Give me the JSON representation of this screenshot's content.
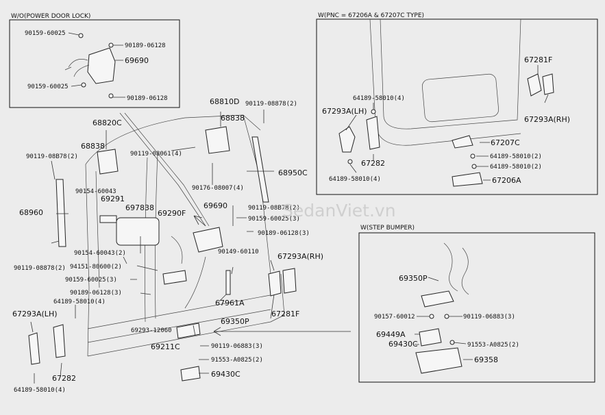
{
  "watermark": "SedanViet.vn",
  "insets": {
    "power_door_lock": {
      "title": "W/O(POWER DOOR LOCK)",
      "labels": [
        "90159-60025",
        "90189-06128",
        "69690",
        "90159-60025",
        "90189-06128"
      ]
    },
    "pnc_type": {
      "title": "W(PNC = 67206A & 67207C TYPE)",
      "labels": [
        "67281F",
        "64189-58010(4)",
        "67293A(LH)",
        "67293A(RH)",
        "67207C",
        "64189-58010(2)",
        "67282",
        "64189-58010(2)",
        "64189-58010(4)",
        "67206A"
      ]
    },
    "step_bumper": {
      "title": "W(STEP BUMPER)",
      "labels": [
        "69350P",
        "90157-60012",
        "90119-06883(3)",
        "69449A",
        "69430C",
        "91553-A0825(2)",
        "69358"
      ]
    }
  },
  "main_labels": [
    "68810D",
    "90119-08878(2)",
    "68838",
    "68820C",
    "68838",
    "90119-08B78(2)",
    "90119-08061(4)",
    "68950C",
    "90176-08007(4)",
    "90154-60043",
    "69291",
    "697838",
    "69290F",
    "69690",
    "90119-08B78(2)",
    "90159-60025(3)",
    "68960",
    "90189-06128(3)",
    "90154-60043(2)",
    "90149-60110",
    "67293A(RH)",
    "94151-80600(2)",
    "90119-08878(2)",
    "90159-60025(3)",
    "90189-06128(3)",
    "67961A",
    "64189-58010(4)",
    "67293A(LH)",
    "69350P",
    "67281F",
    "69293-12060",
    "69211C",
    "90119-06883(3)",
    "91553-A0825(2)",
    "69430C",
    "67282",
    "64189-58010(4)"
  ]
}
